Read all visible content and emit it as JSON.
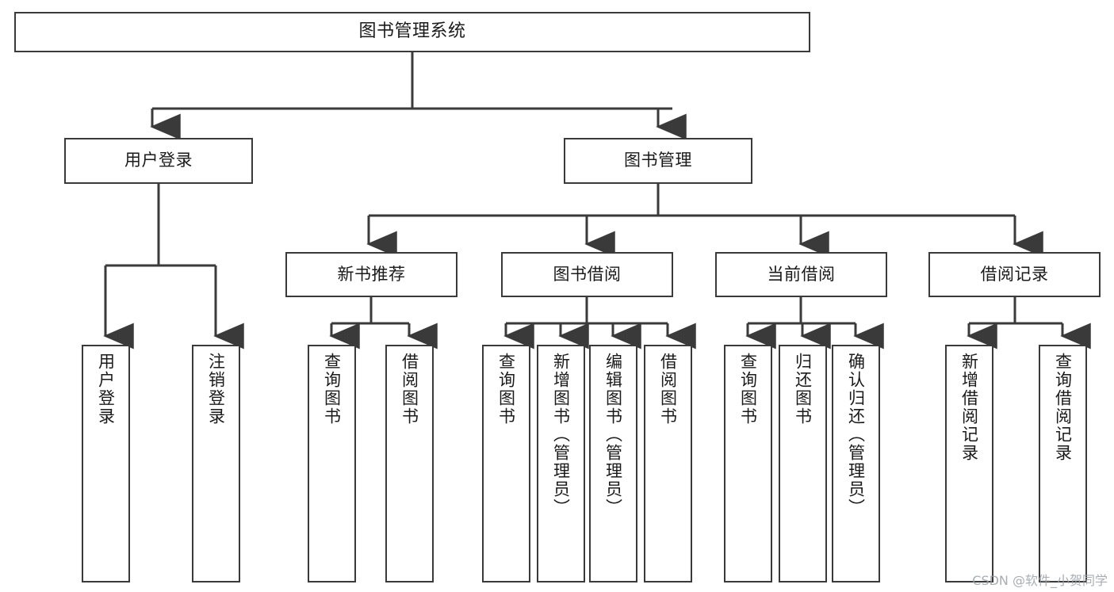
{
  "diagram": {
    "title": "图书管理系统",
    "watermark": "CSDN @软件_小贺同学",
    "stroke_color": "#3a3a3a",
    "text_color": "#1a1a1a",
    "background": "#ffffff",
    "nodes": {
      "root": "图书管理系统",
      "level1": [
        "用户登录",
        "图书管理"
      ],
      "level2": [
        "新书推荐",
        "图书借阅",
        "当前借阅",
        "借阅记录"
      ],
      "leaves_user_login": [
        "用户登录",
        "注销登录"
      ],
      "leaves_new_book": [
        "查询图书",
        "借阅图书"
      ],
      "leaves_borrow": [
        "查询图书",
        "新增图书（管理员）",
        "编辑图书（管理员）",
        "借阅图书"
      ],
      "leaves_current": [
        "查询图书",
        "归还图书",
        "确认归还（管理员）"
      ],
      "leaves_record": [
        "新增借阅记录",
        "查询借阅记录"
      ]
    }
  }
}
